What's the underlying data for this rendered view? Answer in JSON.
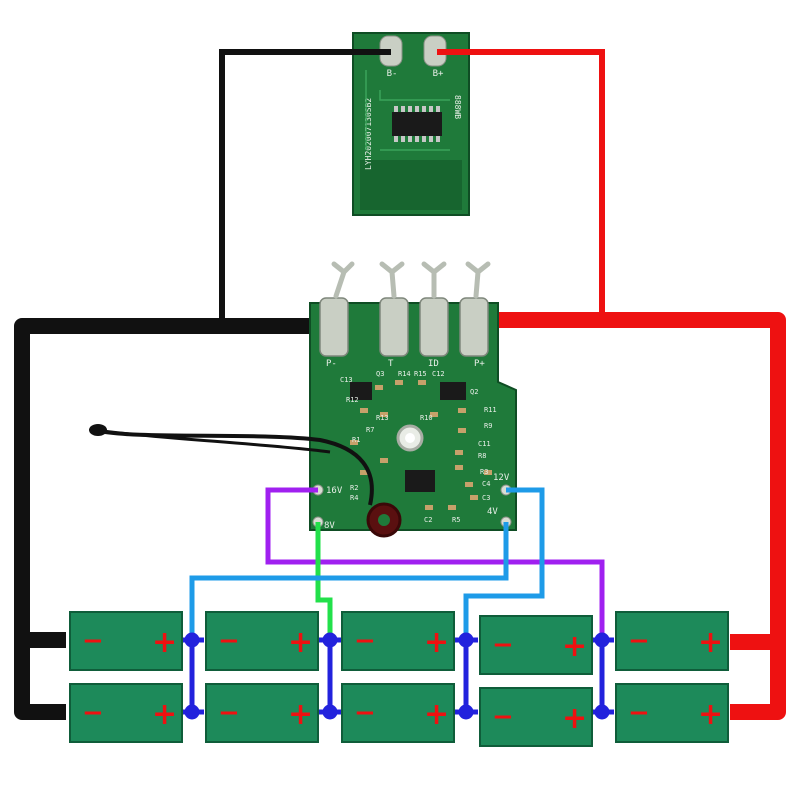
{
  "colors": {
    "background": "#ffffff",
    "negative_wire": "#111111",
    "positive_wire": "#ee1111",
    "balance_purple": "#a020f0",
    "balance_cyan": "#1e9be8",
    "balance_green": "#22e04a",
    "series_link": "#2222dd",
    "cell_fill": "#1d8a5a",
    "cell_border": "#0f5d3a",
    "minus_sign": "#ee1111",
    "plus_sign": "#ee1111",
    "pcb_green": "#1f7a3a",
    "pcb_dark": "#0f4d24"
  },
  "top_board": {
    "pads": [
      "B-",
      "B+"
    ],
    "silk_text": [
      "LYH202007130SB2",
      "888WB"
    ]
  },
  "main_board": {
    "terminals": [
      "P-",
      "T",
      "ID",
      "P+"
    ],
    "parts": [
      "C13",
      "Q3",
      "R14",
      "R15",
      "C12",
      "Q2",
      "R12",
      "R13",
      "R10",
      "R11",
      "R9",
      "R7",
      "R1",
      "C11",
      "R8",
      "R3",
      "R2",
      "R4",
      "C2",
      "R5",
      "C3",
      "C4"
    ],
    "taps": [
      "16V",
      "8V",
      "12V",
      "4V"
    ]
  },
  "cells": {
    "minus_label": "−",
    "plus_label": "+",
    "rows": 2,
    "columns": 5
  }
}
